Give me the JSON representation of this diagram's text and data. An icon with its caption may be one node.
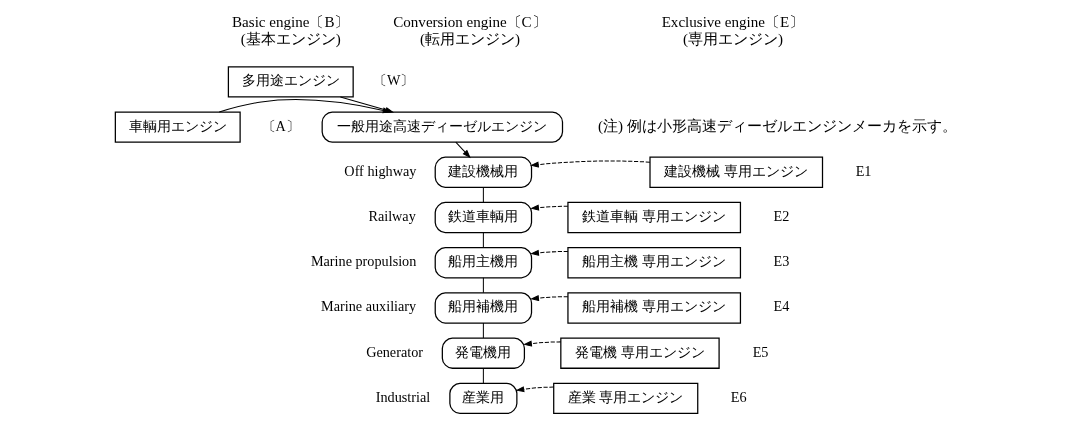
{
  "diagram": {
    "nodes": [
      {
        "text": [
          "多用途エンジン"
        ],
        "beside": [
          "〔W〕"
        ]
      },
      {
        "text": [
          "車輌用エンジン"
        ],
        "beside": [
          "〔A〕"
        ]
      },
      {
        "text": [
          "一般用途高速ディーゼルエンジン"
        ]
      },
      {
        "text": [
          "建設機械用"
        ],
        "beside": [
          "Off highway"
        ]
      },
      {
        "text": [
          "鉄道車輌用"
        ],
        "beside": [
          "Railway"
        ]
      },
      {
        "text": [
          "船用主機用"
        ],
        "beside": [
          "Marine propulsion"
        ]
      },
      {
        "text": [
          "船用補機用"
        ],
        "beside": [
          "Marine auxiliary"
        ]
      },
      {
        "text": [
          "発電機用"
        ],
        "beside": [
          "Generator"
        ]
      },
      {
        "text": [
          "産業用"
        ],
        "beside": [
          "Industrial"
        ]
      },
      {
        "text": [
          "建設機械 専用エンジン"
        ],
        "beside": [
          "E1"
        ]
      },
      {
        "text": [
          "鉄道車輌 専用エンジン"
        ],
        "beside": [
          "E2"
        ]
      },
      {
        "text": [
          "船用主機 専用エンジン"
        ],
        "beside": [
          "E3"
        ]
      },
      {
        "text": [
          "船用補機 専用エンジン"
        ],
        "beside": [
          "E4"
        ]
      },
      {
        "text": [
          "発電機 専用エンジン"
        ],
        "beside": [
          "E5"
        ]
      },
      {
        "text": [
          "産業 専用エンジン"
        ],
        "beside": [
          "E6"
        ]
      }
    ],
    "edges": [
      {
        "from": 0,
        "to": 2,
        "arrow": "to"
      },
      {
        "from": 1,
        "to": 2,
        "arrow": "to"
      },
      {
        "from": 2,
        "to": 3,
        "arrow": "to"
      },
      {
        "from": 3,
        "to": 4,
        "arrow": "none"
      },
      {
        "from": 4,
        "to": 5,
        "arrow": "none"
      },
      {
        "from": 5,
        "to": 6,
        "arrow": "none"
      },
      {
        "from": 6,
        "to": 7,
        "arrow": "none"
      },
      {
        "from": 7,
        "to": 8,
        "arrow": "none"
      },
      {
        "from": 9,
        "to": 3,
        "arrow": "to",
        "style": "dashed"
      },
      {
        "from": 10,
        "to": 4,
        "arrow": "to",
        "style": "dashed"
      },
      {
        "from": 11,
        "to": 5,
        "arrow": "to",
        "style": "dashed"
      },
      {
        "from": 12,
        "to": 6,
        "arrow": "to",
        "style": "dashed"
      },
      {
        "from": 13,
        "to": 7,
        "arrow": "to",
        "style": "dashed"
      },
      {
        "from": 14,
        "to": 8,
        "arrow": "to",
        "style": "dashed"
      }
    ],
    "labels": [
      "Basic engine〔B〕",
      "(基本エンジン)",
      "Conversion engine〔C〕",
      "(転用エンジン)",
      "Exclusive engine〔E〕",
      "(専用エンジン)",
      "(注) 例は小形高速ディーゼルエンジンメーカを示す。"
    ]
  }
}
